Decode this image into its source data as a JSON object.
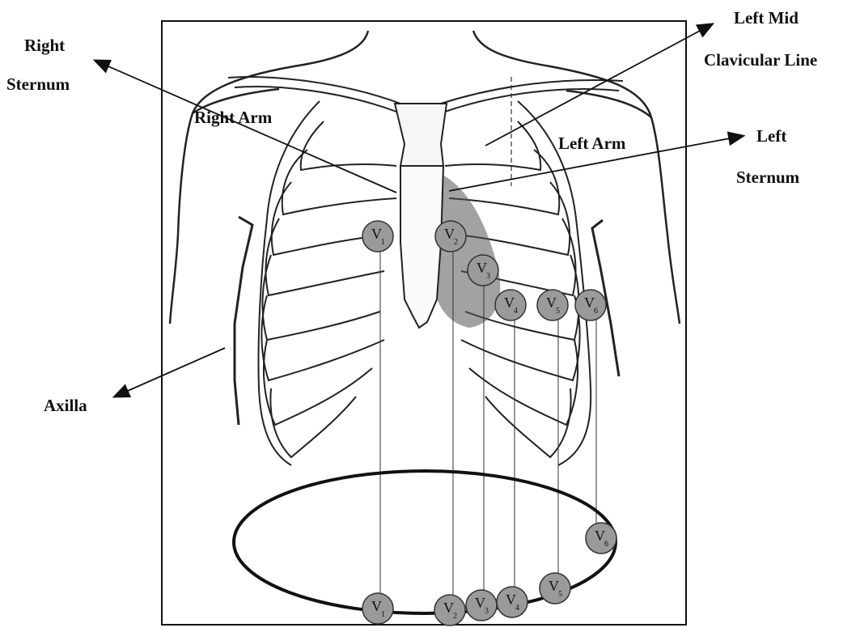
{
  "labels": {
    "right_sternum_line1": "Right",
    "right_sternum_line2": "Sternum",
    "left_mid_line1": "Left Mid",
    "left_mid_line2": "Clavicular Line",
    "right_arm": "Right Arm",
    "left_arm": "Left Arm",
    "left_sternum_line1": "Left",
    "left_sternum_line2": "Sternum",
    "axilla": "Axilla"
  },
  "electrodes": [
    {
      "name": "V",
      "sub": "1"
    },
    {
      "name": "V",
      "sub": "2"
    },
    {
      "name": "V",
      "sub": "3"
    },
    {
      "name": "V",
      "sub": "4"
    },
    {
      "name": "V",
      "sub": "5"
    },
    {
      "name": "V",
      "sub": "6"
    }
  ],
  "colors": {
    "electrode_fill": "#9a9a9a",
    "line": "#222222",
    "background": "#ffffff"
  }
}
